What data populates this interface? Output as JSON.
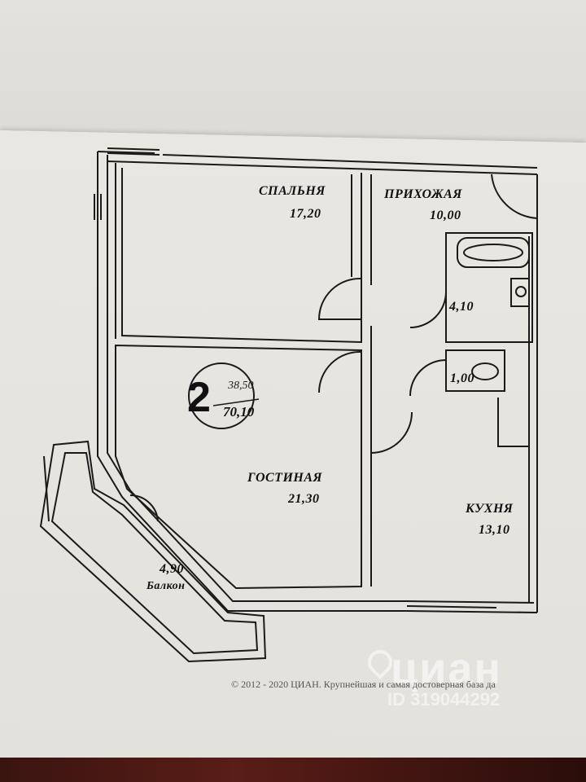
{
  "rooms": {
    "bedroom": {
      "name": "СПАЛЬНЯ",
      "area": "17,20"
    },
    "hallway": {
      "name": "ПРИХОЖАЯ",
      "area": "10,00"
    },
    "bathroom": {
      "area": "4,10"
    },
    "toilet": {
      "area": "1,00"
    },
    "living": {
      "name": "ГОСТИНАЯ",
      "area": "21,30"
    },
    "kitchen": {
      "name": "КУХНЯ",
      "area": "13,10"
    },
    "balcony": {
      "name": "Балкон",
      "area": "4,90"
    }
  },
  "summary": {
    "rooms_count": "2",
    "living_area": "38,50",
    "total_area": "70,10"
  },
  "footer": {
    "copyright": "© 2012 - 2020 ЦИАН. Крупнейшая и самая достоверная база да"
  },
  "watermark": {
    "brand": "циан",
    "listing_id": "ID 319044292"
  },
  "colors": {
    "paper": "#e6e4df",
    "ink": "#111111",
    "floor": "#4a1813"
  }
}
